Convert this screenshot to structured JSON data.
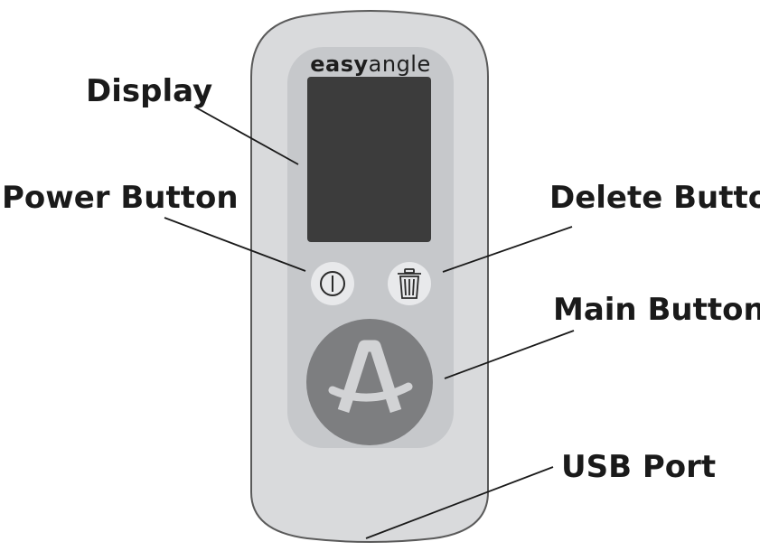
{
  "brand": {
    "bold_part": "easy",
    "light_part": "angle"
  },
  "labels": {
    "display": "Display",
    "power_button": "Power Button",
    "delete_button": "Delete Button",
    "main_button": "Main Button",
    "usb_port": "USB Port"
  },
  "colors": {
    "body": "#d9dadc",
    "body_outline": "#5a5a5a",
    "face": "#c6c8cb",
    "screen": "#3c3c3c",
    "small_button": "#e8e9eb",
    "main_button": "#7d7e80",
    "logo": "#d2d3d5"
  },
  "icons": {
    "power": "power-icon",
    "delete": "trash-icon",
    "main": "easyangle-a-logo-icon"
  }
}
